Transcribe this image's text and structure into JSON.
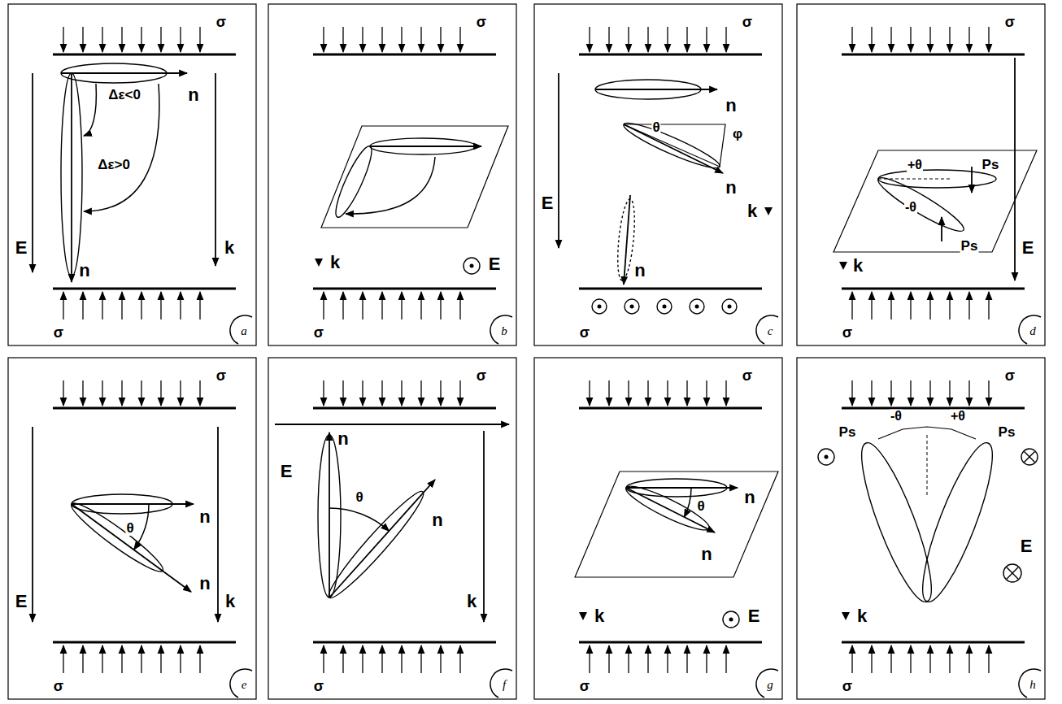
{
  "diagram": {
    "labels": [
      "σ",
      "E",
      "Δε<0",
      "Δε>0",
      "n",
      "n",
      "k",
      "σ",
      "a",
      "σ",
      "k",
      "E",
      "σ",
      "b",
      "σ",
      "E",
      "n",
      "θ",
      "φ",
      "n",
      "n",
      "k",
      "σ",
      "c",
      "σ",
      "Ps",
      "+θ",
      "-θ",
      "Ps",
      "k",
      "E",
      "σ",
      "d",
      "σ",
      "n",
      "θ",
      "E",
      "n",
      "k",
      "σ",
      "e",
      "σ",
      "n",
      "E",
      "θ",
      "n",
      "k",
      "σ",
      "f",
      "σ",
      "n",
      "θ",
      "n",
      "k",
      "E",
      "σ",
      "g",
      "σ",
      "Ps",
      "-θ",
      "+θ",
      "Ps",
      "E",
      "k",
      "σ",
      "h"
    ]
  }
}
